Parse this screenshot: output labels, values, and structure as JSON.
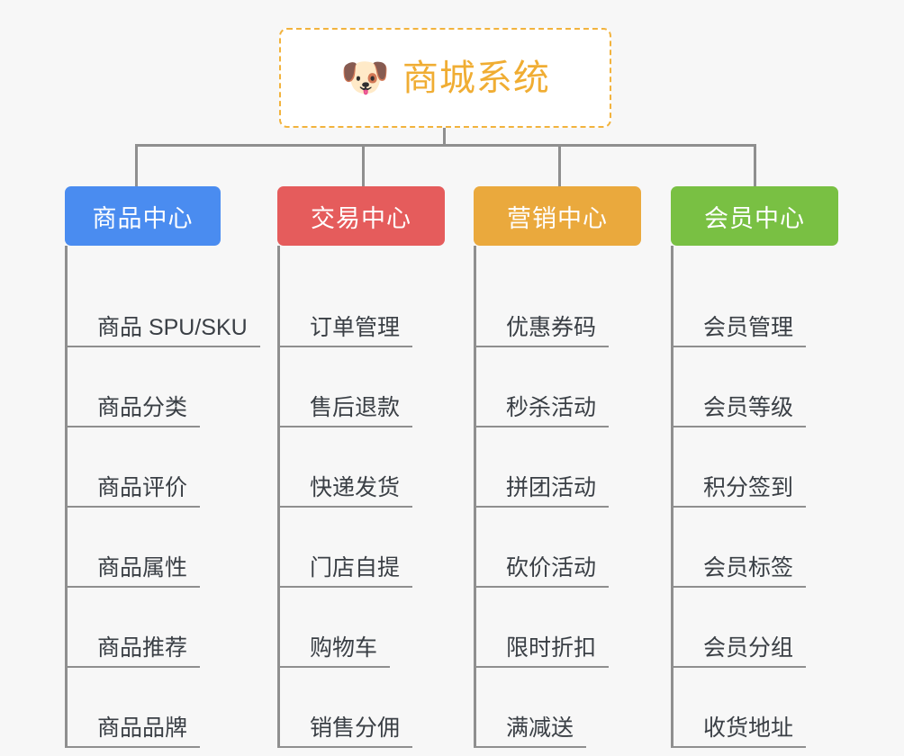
{
  "diagram": {
    "background_color": "#f7f7f7",
    "connector_color": "#8f8f8f",
    "root": {
      "title": "商城系统",
      "icon": "shiba-dog-face-emoji",
      "emoji": "🐶",
      "text_color": "#f0ad33",
      "border_color": "#f2b33d",
      "background_color": "#ffffff"
    },
    "columns": [
      {
        "header": "商品中心",
        "color": "#4a8cf0",
        "items": [
          "商品 SPU/SKU",
          "商品分类",
          "商品评价",
          "商品属性",
          "商品推荐",
          "商品品牌"
        ]
      },
      {
        "header": "交易中心",
        "color": "#e55c5c",
        "items": [
          "订单管理",
          "售后退款",
          "快递发货",
          "门店自提",
          "购物车",
          "销售分佣"
        ]
      },
      {
        "header": "营销中心",
        "color": "#eaa93d",
        "items": [
          "优惠券码",
          "秒杀活动",
          "拼团活动",
          "砍价活动",
          "限时折扣",
          "满减送"
        ]
      },
      {
        "header": "会员中心",
        "color": "#79c043",
        "items": [
          "会员管理",
          "会员等级",
          "积分签到",
          "会员标签",
          "会员分组",
          "收货地址"
        ]
      }
    ]
  }
}
